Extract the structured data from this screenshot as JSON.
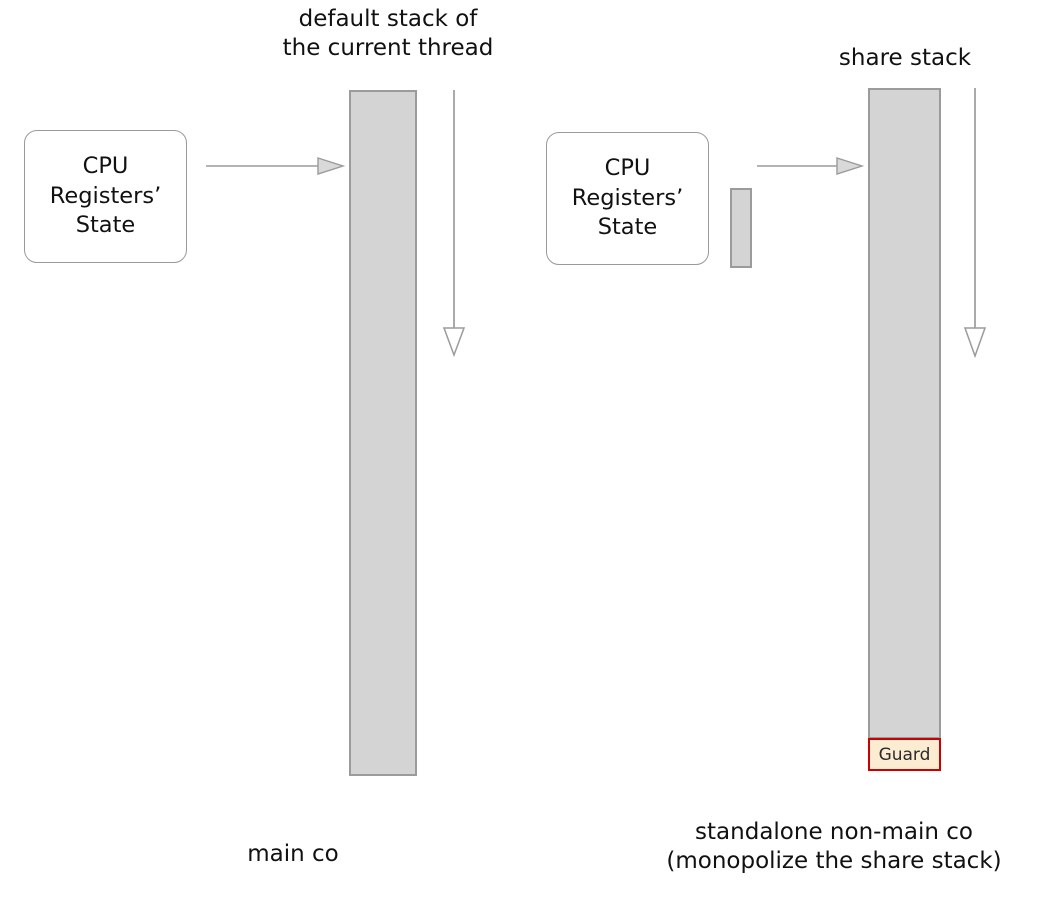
{
  "diagram": {
    "title_left": "default stack of\nthe current thread",
    "title_right": "share stack",
    "caption_left": "main co",
    "caption_right": "standalone non-main co\n(monopolize the share stack)",
    "cpu_box_left_text": "CPU\nRegisters’\nState",
    "cpu_box_right_text": "CPU\nRegisters’\nState",
    "guard_label": "Guard",
    "colors": {
      "stack_fill": "#d4d4d4",
      "stack_border": "#9b9b9b",
      "box_border": "#9a9a9a",
      "guard_fill": "#fbecd2",
      "guard_border": "#cc0000",
      "arrow": "#9b9b9b",
      "text": "#111111",
      "background": "#ffffff"
    }
  }
}
